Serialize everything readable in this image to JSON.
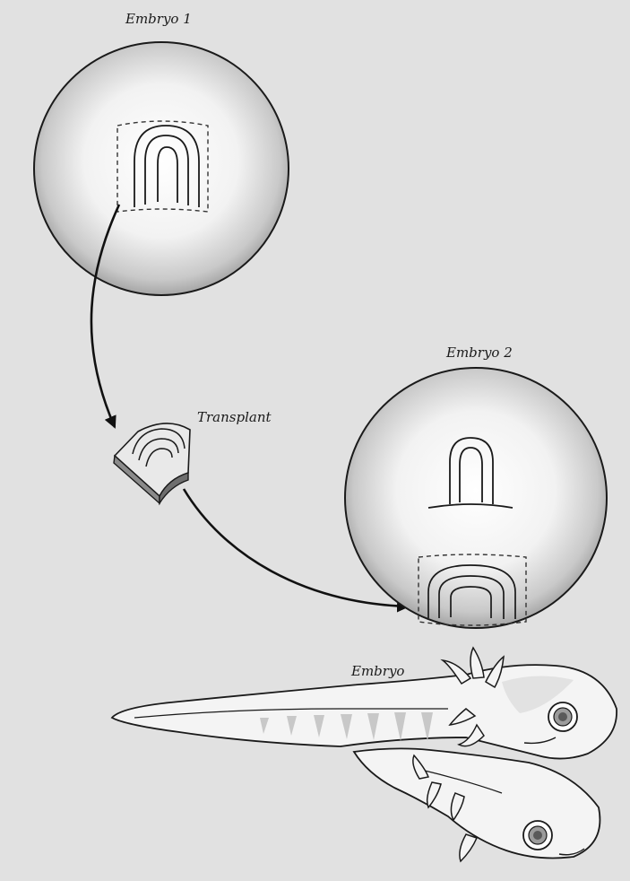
{
  "labels": {
    "embryo1": "Embryo 1",
    "embryo2": "Embryo 2",
    "transplant": "Transplant",
    "embryo": "Embryo"
  },
  "colors": {
    "background": "#e1e1e1",
    "outline": "#1a1a1a",
    "sphere_light": "#ffffff",
    "sphere_dark": "#9a9a9a",
    "tadpole_fill": "#f4f4f4",
    "tadpole_shade": "#c8c8c8",
    "eye_ring": "#9c9c9c",
    "eye_pupil": "#5a5a5a"
  },
  "icons": {
    "embryo1": "sphere-with-neural-plate",
    "embryo2": "sphere-with-two-neural-plates",
    "transplant": "tissue-slab",
    "embryo": "conjoined-tadpoles"
  }
}
